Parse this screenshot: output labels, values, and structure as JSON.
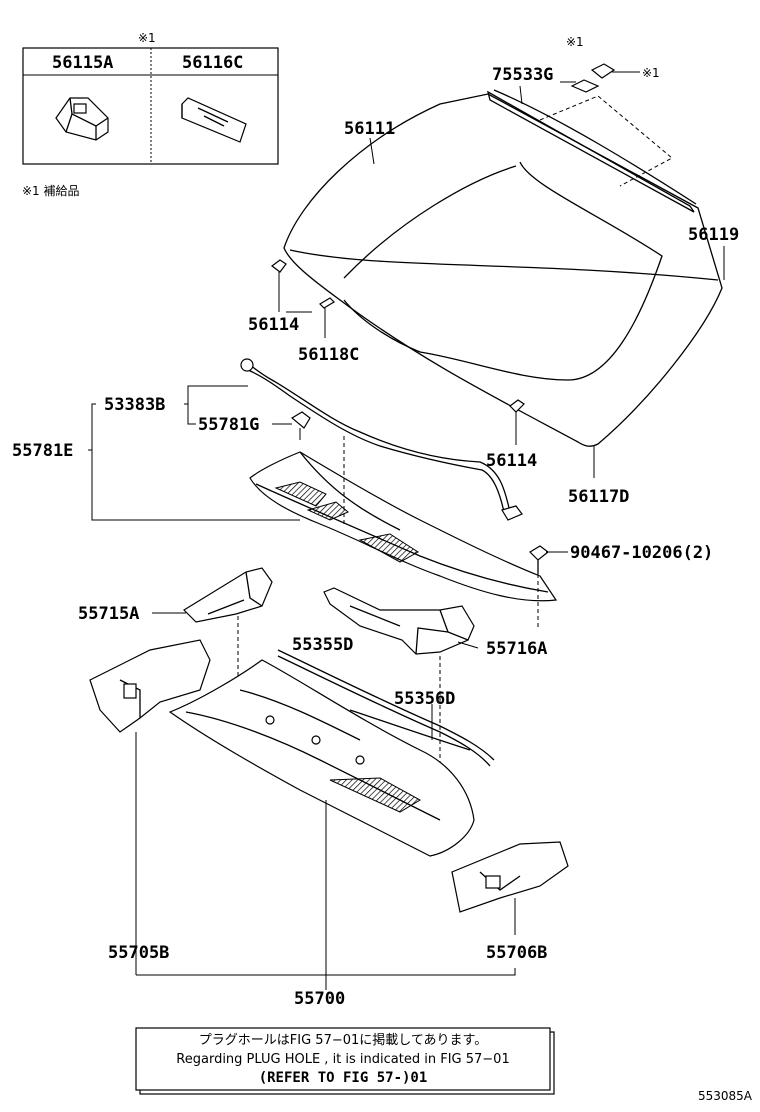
{
  "inset": {
    "supply_mark": "※1",
    "part_a": "56115A",
    "part_b": "56116C",
    "footnote": "※1  補給品"
  },
  "labels": {
    "p75533G": "75533G",
    "mark_top": "※1",
    "mark_right": "※1",
    "p56111": "56111",
    "p56119": "56119",
    "p56114_left": "56114",
    "p56118C": "56118C",
    "p56114_right": "56114",
    "p56117D": "56117D",
    "p53383B": "53383B",
    "p55781G": "55781G",
    "p55781E": "55781E",
    "p90467": "90467-10206(2)",
    "p55715A": "55715A",
    "p55355D": "55355D",
    "p55716A": "55716A",
    "p55356D": "55356D",
    "p55705B": "55705B",
    "p55706B": "55706B",
    "p55700": "55700"
  },
  "note": {
    "line1": "プラグホールはFIG 57−01に掲載してあります。",
    "line2": "Regarding  PLUG  HOLE , it is indicated in  FIG  57−01",
    "line3": "(REFER TO FIG 57-)01"
  },
  "figure_id": "553085A"
}
